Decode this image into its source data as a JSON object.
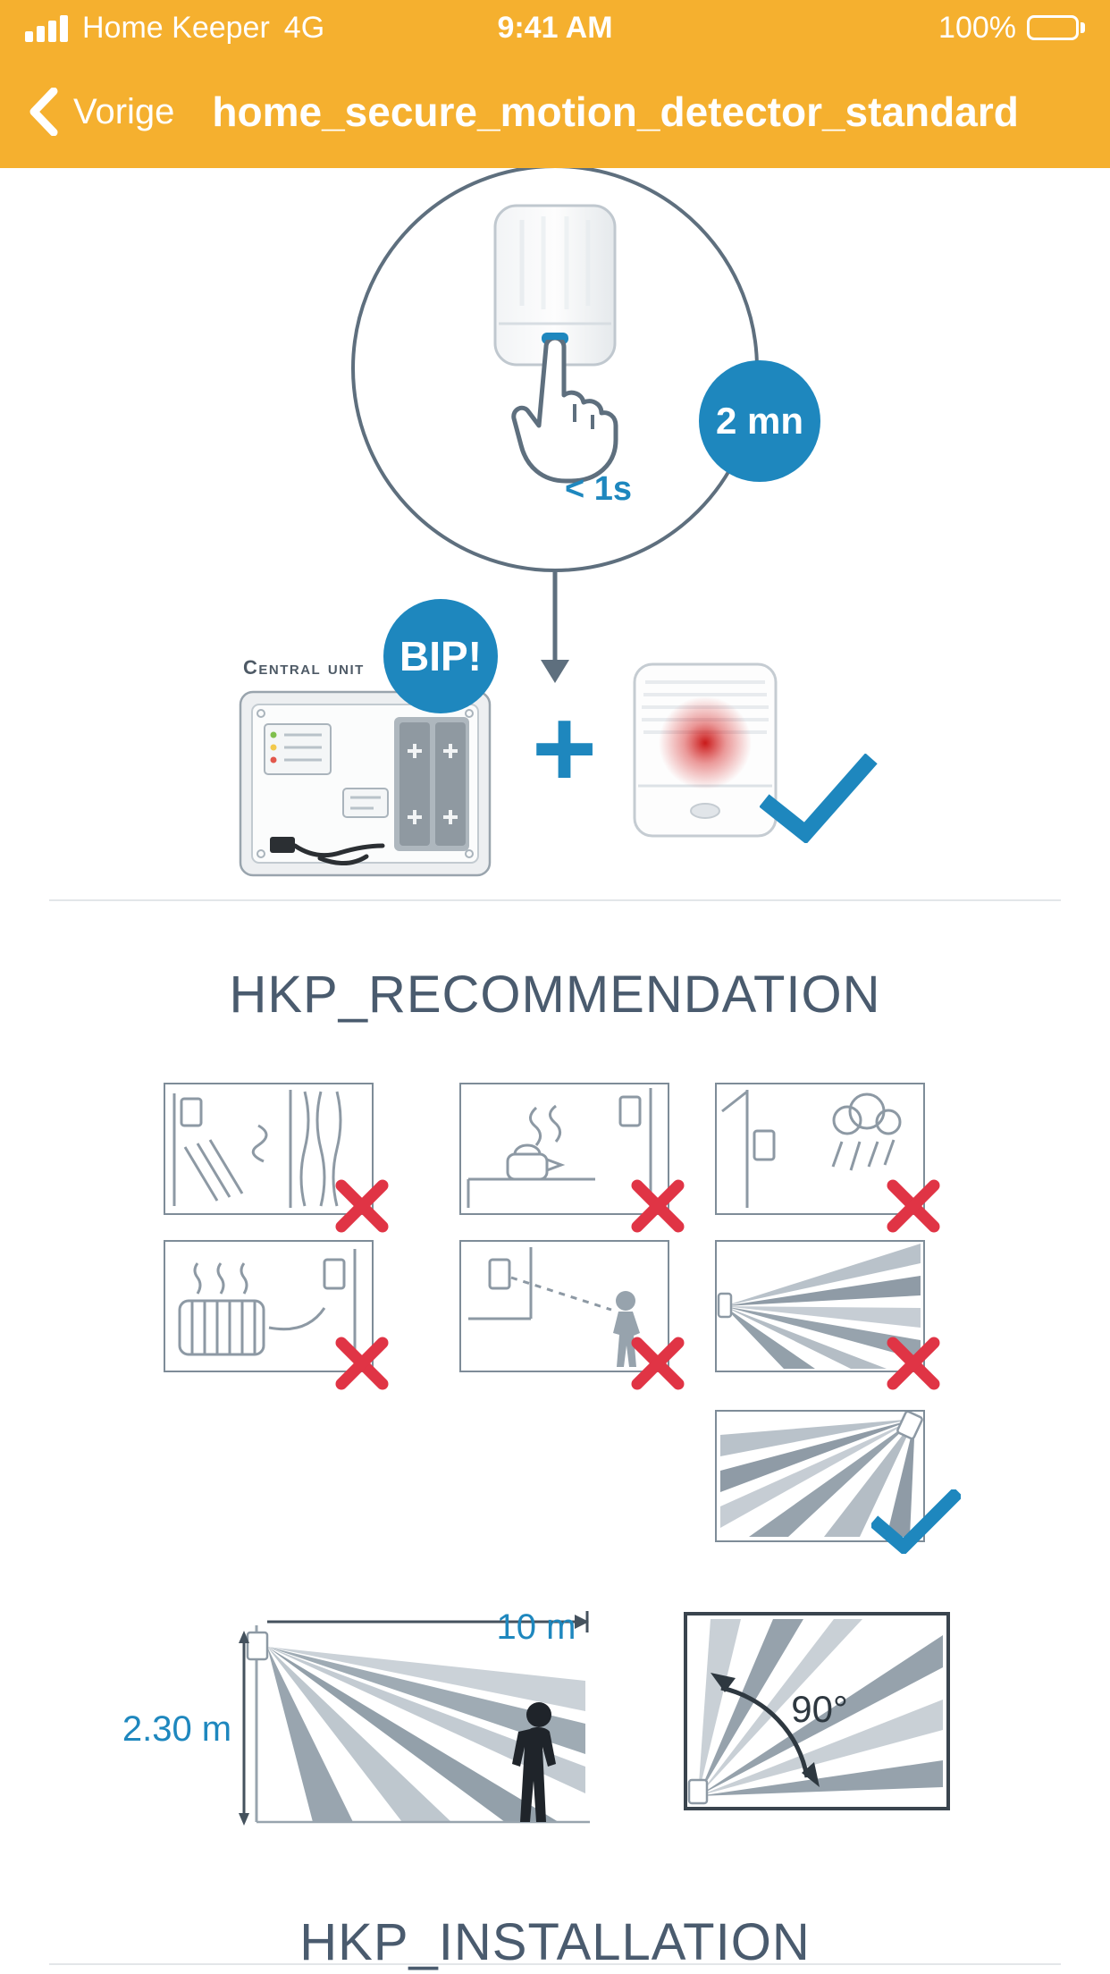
{
  "status_bar": {
    "carrier": "Home Keeper",
    "network": "4G",
    "time": "9:41 AM",
    "battery": "100%"
  },
  "nav": {
    "back_label": "Vorige",
    "title": "home_secure_motion_detector_standard"
  },
  "pairing": {
    "press_duration": "< 1s",
    "pairing_window_badge": "2 mn",
    "central_unit_label": "Central unit",
    "beep_badge": "BIP!",
    "plus_sign": "+"
  },
  "recommendation": {
    "heading": "HKP_RECOMMENDATION",
    "detection_range_label": "10 m",
    "mount_height_label": "2.30 m",
    "detection_angle_label": "90°"
  },
  "installation": {
    "heading": "HKP_INSTALLATION"
  },
  "colors": {
    "header_yellow": "#F5B02F",
    "accent_blue": "#1E87BE",
    "heading_slate": "#4A5B6E",
    "cross_red": "#E03445"
  }
}
